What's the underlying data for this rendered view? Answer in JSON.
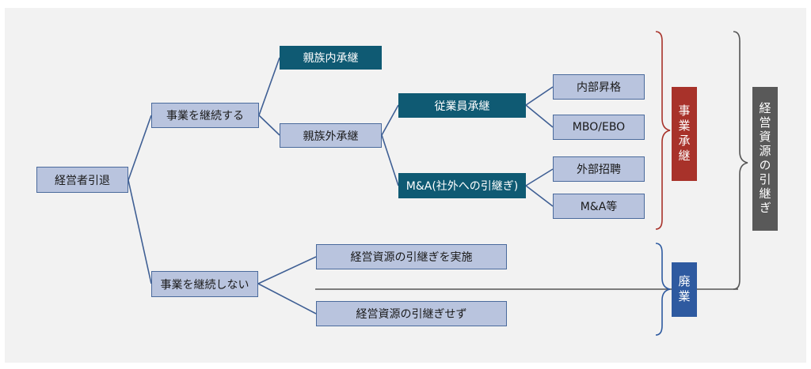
{
  "nodes": {
    "root": "経営者引退",
    "continue": "事業を継続する",
    "not_continue": "事業を継続しない",
    "family": "親族内承継",
    "non_family": "親族外承継",
    "employee": "従業員承継",
    "ma_external": "M&A(社外への引継ぎ)",
    "internal_promotion": "内部昇格",
    "mbo_ebo": "MBO/EBO",
    "external_hire": "外部招聘",
    "ma_etc": "M&A等",
    "transfer_resources": "経営資源の引継ぎを実施",
    "no_transfer": "経営資源の引継ぎせず"
  },
  "labels": {
    "business_succession": "事業承継",
    "closure": "廃業",
    "resource_transfer": "経営資源の引継ぎ"
  },
  "colors": {
    "line": "#3f5f94",
    "light_box": "#b9c4de",
    "dark_box": "#0f5a73",
    "succession_label": "#a8322a",
    "closure_label": "#2e5aa0",
    "resource_label": "#595959",
    "brace": "#555555"
  }
}
